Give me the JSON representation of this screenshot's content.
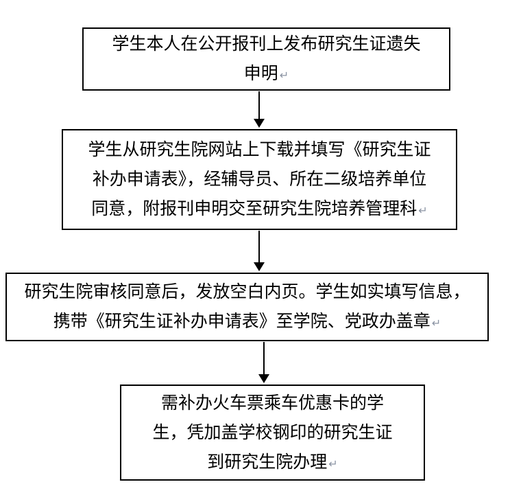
{
  "flowchart": {
    "colors": {
      "background": "#ffffff",
      "border": "#000000",
      "text": "#000000",
      "arrow": "#000000",
      "return_mark": "#8a93a3"
    },
    "nodes": [
      {
        "id": "step-1",
        "lines": [
          "学生本人在公开报刊上发布研究生证遗失",
          "申明"
        ],
        "mark": "↵"
      },
      {
        "id": "step-2",
        "lines": [
          "学生从研究生院网站上下载并填写《研究生证",
          "补办申请表》，经辅导员、所在二级培养单位",
          "同意，附报刊申明交至研究生院培养管理科"
        ],
        "mark": "↵"
      },
      {
        "id": "step-3",
        "lines": [
          "研究生院审核同意后，发放空白内页。学生如实填写信息，",
          "携带《研究生证补办申请表》至学院、党政办盖章"
        ],
        "mark": "↵"
      },
      {
        "id": "step-4",
        "lines": [
          "需补办火车票乘车优惠卡的学",
          "生，凭加盖学校钢印的研究生证",
          "到研究生院办理"
        ],
        "mark": "↵"
      }
    ]
  }
}
